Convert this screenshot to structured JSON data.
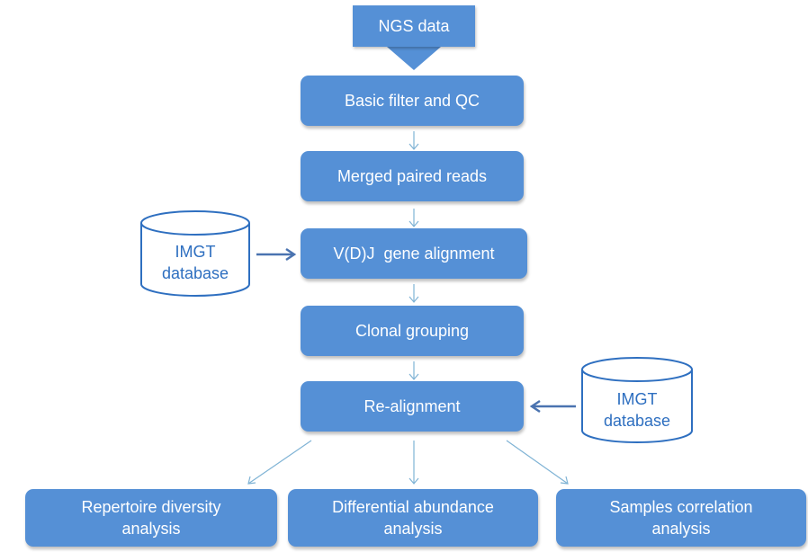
{
  "diagram": {
    "input": {
      "label": "NGS data"
    },
    "steps": [
      {
        "label": "Basic filter and QC"
      },
      {
        "label": "Merged paired reads"
      },
      {
        "label": "V(D)J  gene alignment"
      },
      {
        "label": "Clonal grouping"
      },
      {
        "label": "Re-alignment"
      }
    ],
    "databases": [
      {
        "line1": "IMGT",
        "line2": "database",
        "feeds": "V(D)J  gene alignment"
      },
      {
        "line1": "IMGT",
        "line2": "database",
        "feeds": "Re-alignment"
      }
    ],
    "outputs": [
      {
        "line1": "Repertoire diversity",
        "line2": "analysis"
      },
      {
        "line1": "Differential abundance",
        "line2": "analysis"
      },
      {
        "line1": "Samples correlation",
        "line2": "analysis"
      }
    ]
  }
}
